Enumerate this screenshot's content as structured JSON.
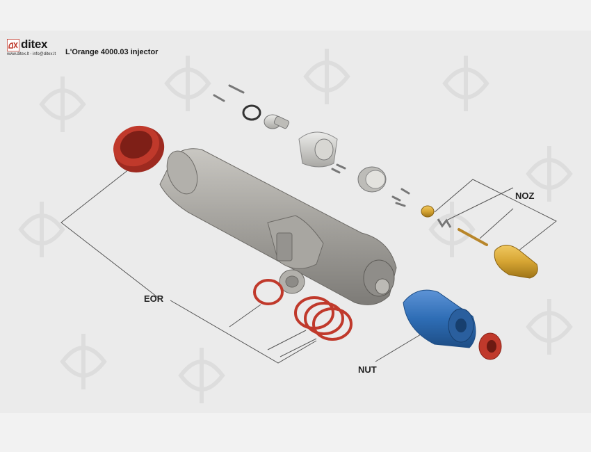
{
  "header": {
    "brand": "ditex",
    "contact": "www.ditex.lt - info@ditex.lt",
    "title": "L'Orange 4000.03 injector"
  },
  "watermark": {
    "mark": "dx"
  },
  "callouts": {
    "eor": "EOR",
    "noz": "NOZ",
    "nut": "NUT"
  },
  "colors": {
    "seal_red": "#c0392b",
    "nut_blue": "#2e6db5",
    "nozzle_gold": "#d6a533",
    "body_grey": "#9a9893"
  },
  "icons": {
    "logo": "ditex-logo-icon"
  }
}
